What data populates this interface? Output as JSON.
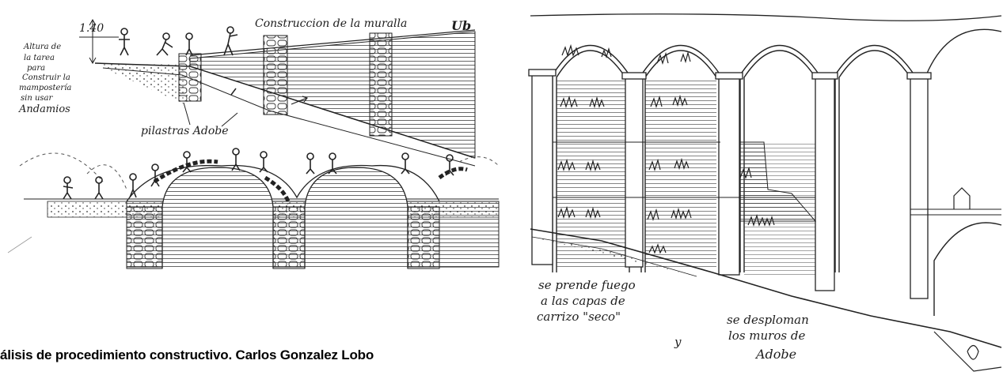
{
  "left_sketch": {
    "title": "Construccion de la muralla",
    "signature": "Ub",
    "height_value": "1.40",
    "height_note": [
      "Altura de",
      "la tarea",
      "para",
      "Construir la",
      "mampostería",
      "sin usar",
      "Andamios"
    ],
    "pilasters_label": "pilastras Adobe"
  },
  "right_sketch": {
    "note_fire": [
      "se prende fuego",
      "a las capas de",
      "carrizo \"seco\""
    ],
    "connector": "y",
    "note_collapse": [
      "se desploman",
      "los muros de",
      "Adobe"
    ]
  },
  "caption": "álisis de procedimiento constructivo. Carlos Gonzalez Lobo",
  "colors": {
    "ink": "#1d1d1d",
    "paper": "#ffffff",
    "caption": "#000000"
  }
}
